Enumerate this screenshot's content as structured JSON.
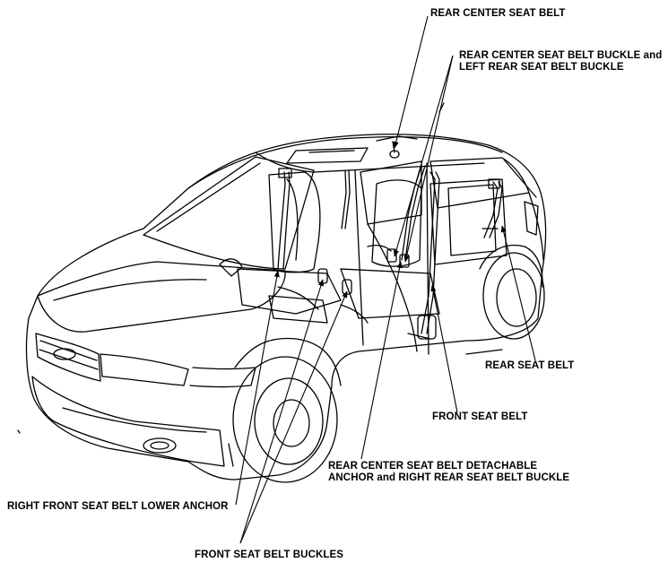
{
  "diagram": {
    "labels": {
      "rear_center_seat_belt": "REAR CENTER SEAT BELT",
      "rear_center_buckle_line1": "REAR CENTER SEAT BELT BUCKLE and",
      "rear_center_buckle_line2": "LEFT REAR SEAT BELT BUCKLE",
      "rear_seat_belt": "REAR SEAT BELT",
      "front_seat_belt": "FRONT SEAT BELT",
      "rear_center_anchor_line1": "REAR CENTER SEAT BELT DETACHABLE",
      "rear_center_anchor_line2": "ANCHOR and RIGHT REAR SEAT BELT BUCKLE",
      "right_front_lower_anchor": "RIGHT FRONT SEAT BELT LOWER ANCHOR",
      "front_seat_belt_buckles": "FRONT SEAT BELT BUCKLES"
    }
  }
}
